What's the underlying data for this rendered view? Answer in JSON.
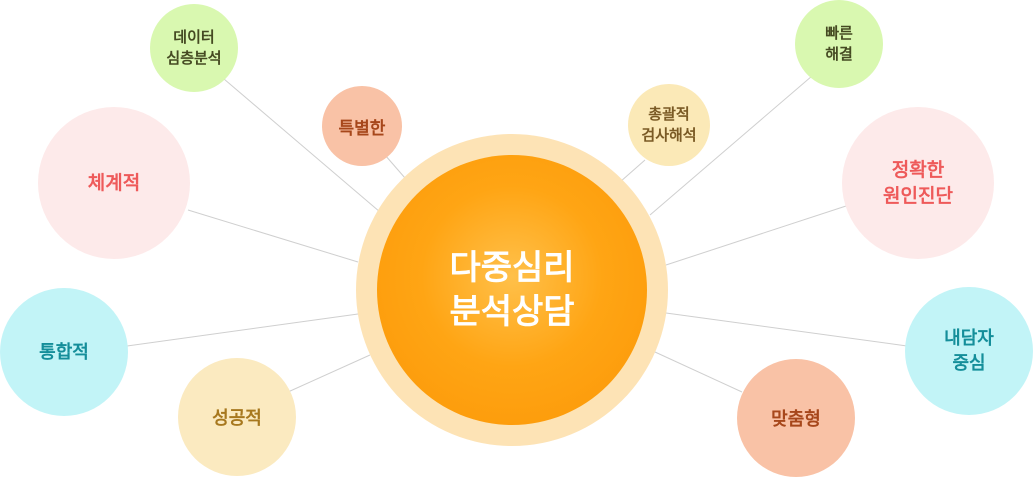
{
  "center": {
    "label": "다중심리\n분석상담"
  },
  "nodes": {
    "data_analysis": "데이터\n심층분석",
    "special": "특별한",
    "systematic": "체계적",
    "integrated": "통합적",
    "successful": "성공적",
    "comprehensive_test": "총괄적\n검사해석",
    "quick_resolution": "빠른\n해결",
    "accurate_diagnosis": "정확한\n원인진단",
    "client_centered": "내담자\n중심",
    "customized": "맞춤형"
  },
  "colors": {
    "center_fill": "#ffa514",
    "center_ring": "#fde3b5",
    "line": "#cfcfcf",
    "green": "#d9f8b0",
    "salmon": "#f9c2a6",
    "yellow": "#fbe9b7",
    "pink": "#fdeaea",
    "cyan": "#c2f4f7"
  }
}
